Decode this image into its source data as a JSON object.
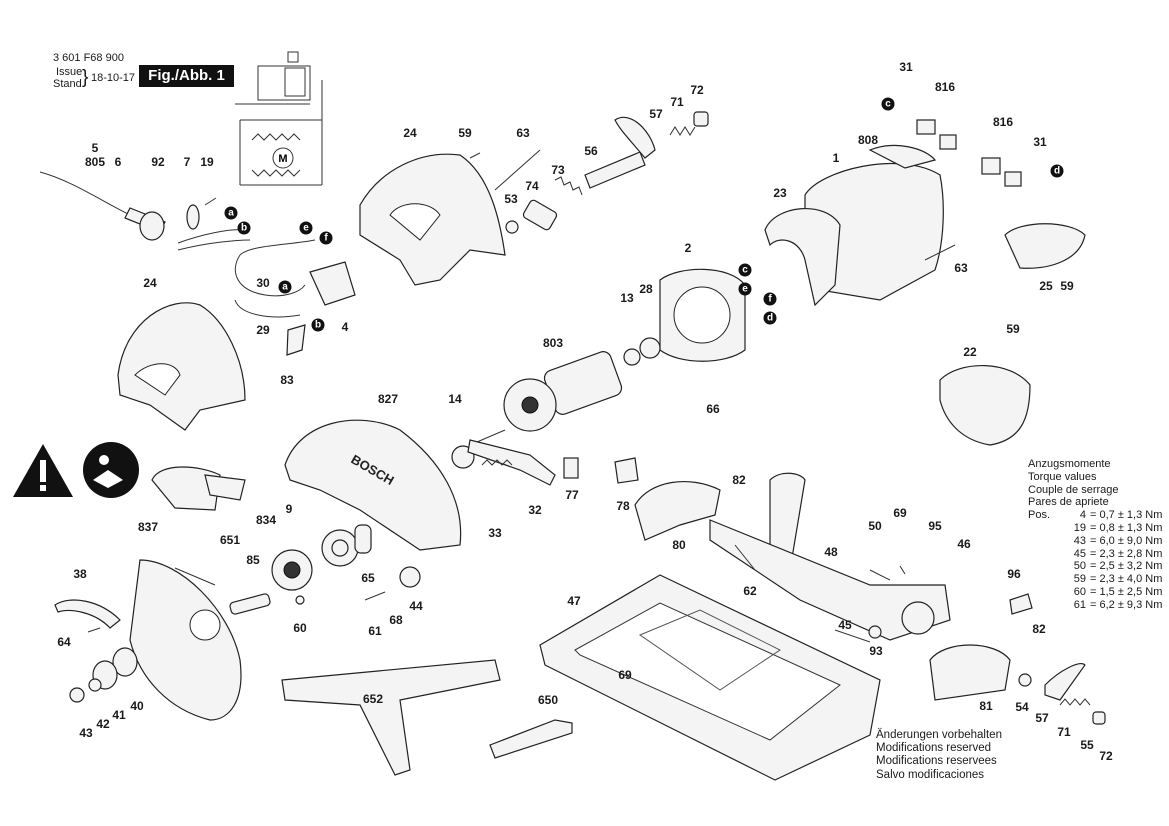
{
  "header": {
    "doc_number": "3 601 F68 900",
    "issue_label": "Issue",
    "stand_label": "Stand",
    "issue_date": "18-10-17",
    "figure_label": "Fig./Abb. 1"
  },
  "callouts": [
    "5",
    "805",
    "6",
    "92",
    "7",
    "19",
    "24",
    "59",
    "63",
    "73",
    "56",
    "57",
    "71",
    "72",
    "53",
    "74",
    "31",
    "816",
    "816",
    "31",
    "808",
    "1",
    "23",
    "63",
    "25",
    "59",
    "30",
    "29",
    "83",
    "4",
    "24",
    "2",
    "13",
    "28",
    "803",
    "66",
    "59",
    "22",
    "827",
    "14",
    "33",
    "32",
    "77",
    "9",
    "834",
    "651",
    "837",
    "85",
    "65",
    "44",
    "60",
    "61",
    "68",
    "38",
    "64",
    "43",
    "42",
    "41",
    "40",
    "652",
    "650",
    "47",
    "69",
    "82",
    "78",
    "80",
    "62",
    "48",
    "50",
    "69",
    "95",
    "46",
    "96",
    "82",
    "45",
    "93",
    "81",
    "54",
    "57",
    "71",
    "55",
    "72"
  ],
  "letters": [
    "a",
    "b",
    "e",
    "f",
    "a",
    "b",
    "c",
    "e",
    "f",
    "d",
    "c",
    "d"
  ],
  "torque": {
    "title_lines": [
      "Anzugsmomente",
      "Torque values",
      "Couple de serrage",
      "Pares de apriete"
    ],
    "pos_label": "Pos.",
    "rows": [
      {
        "pos": "4",
        "spec": "0,7 ± 1,3 Nm"
      },
      {
        "pos": "19",
        "spec": "0,8 ± 1,3 Nm"
      },
      {
        "pos": "43",
        "spec": "6,0 ± 9,0 Nm"
      },
      {
        "pos": "45",
        "spec": "2,3 ± 2,8 Nm"
      },
      {
        "pos": "50",
        "spec": "2,5 ± 3,2 Nm"
      },
      {
        "pos": "59",
        "spec": "2,3 ± 4,0 Nm"
      },
      {
        "pos": "60",
        "spec": "1,5 ± 2,5 Nm"
      },
      {
        "pos": "61",
        "spec": "6,2 ± 9,3 Nm"
      }
    ]
  },
  "notes": [
    "Änderungen vorbehalten",
    "Modifications reserved",
    "Modifications reservees",
    "Salvo modificaciones"
  ],
  "parts_text": {
    "blade_guard_brand": "BOSCH",
    "motor_symbol": "M"
  }
}
